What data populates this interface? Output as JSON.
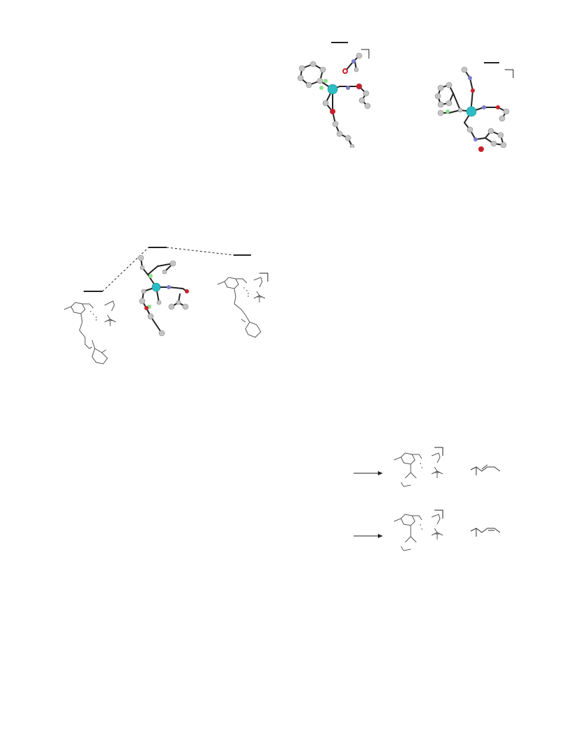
{
  "colors": {
    "bond": "#222222",
    "line_art": "#555555",
    "carbon": "#c4c4c4",
    "metal": "#2bbcc4",
    "nitrogen": "#7c7ccc",
    "oxygen": "#c8202a",
    "chlorine": "#8ee08e",
    "background": "#ffffff"
  },
  "figures": [
    {
      "id": "top-left-3d-structure",
      "kind": "3d ball-and-stick model"
    },
    {
      "id": "top-right-3d-structure",
      "kind": "3d ball-and-stick model"
    },
    {
      "id": "energy-profile-left-2d",
      "kind": "line structure"
    },
    {
      "id": "energy-profile-center-3d",
      "kind": "3d ball-and-stick model"
    },
    {
      "id": "energy-profile-right-2d",
      "kind": "line structure"
    },
    {
      "id": "scheme-row-1",
      "kind": "reaction scheme"
    },
    {
      "id": "scheme-row-2",
      "kind": "reaction scheme"
    }
  ]
}
